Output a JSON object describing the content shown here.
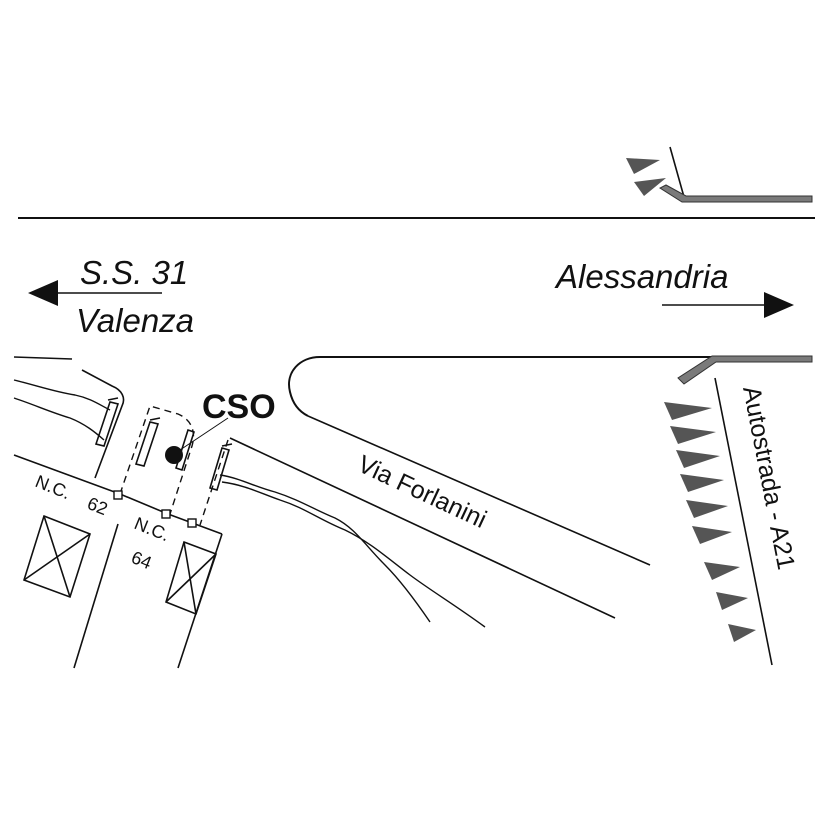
{
  "map": {
    "labels": {
      "ss31": "S.S. 31",
      "valenza": "Valenza",
      "alessandria": "Alessandria",
      "cso": "CSO",
      "via_forlanini": "Via Forlanini",
      "autostrada": "Autostrada - A21",
      "nc62_a": "N.C.",
      "nc62_b": "62",
      "nc64_a": "N.C.",
      "nc64_b": "64"
    },
    "directions": {
      "left": "arrow-left",
      "right": "arrow-right"
    },
    "colors": {
      "line": "#111111",
      "guardrail": "#7a7a7a",
      "slope": "#555555",
      "background": "#ffffff"
    }
  }
}
